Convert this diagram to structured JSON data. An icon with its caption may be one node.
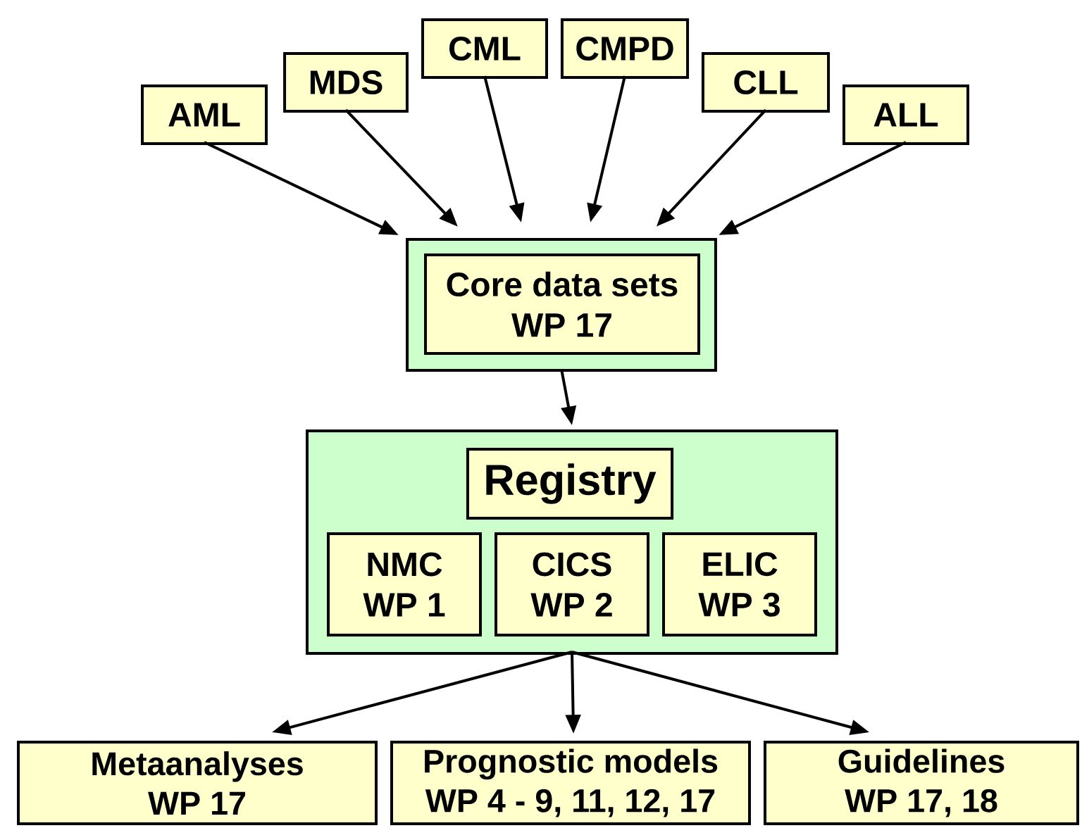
{
  "diagram": {
    "nodes": [
      {
        "text": [
          "AML"
        ]
      },
      {
        "text": [
          "MDS"
        ]
      },
      {
        "text": [
          "CML"
        ]
      },
      {
        "text": [
          "CMPD"
        ]
      },
      {
        "text": [
          "CLL"
        ]
      },
      {
        "text": [
          "ALL"
        ]
      },
      {
        "text": [],
        "shape": "box"
      },
      {
        "text": [
          "Core data sets",
          "WP 17"
        ],
        "in": 6
      },
      {
        "text": [],
        "shape": "box"
      },
      {
        "text": [
          "Registry"
        ],
        "in": 8
      },
      {
        "text": [
          "NMC",
          "WP 1"
        ],
        "in": 8
      },
      {
        "text": [
          "CICS",
          "WP 2"
        ],
        "in": 8
      },
      {
        "text": [
          "ELIC",
          "WP 3"
        ],
        "in": 8
      },
      {
        "text": [
          "Metaanalyses",
          "WP 17"
        ]
      },
      {
        "text": [
          "Prognostic models",
          "WP 4 - 9, 11, 12, 17"
        ]
      },
      {
        "text": [
          "Guidelines",
          "WP 17, 18"
        ]
      }
    ],
    "edges": [
      {
        "from": 0,
        "to": 6,
        "arrow": "to"
      },
      {
        "from": 1,
        "to": 6,
        "arrow": "to"
      },
      {
        "from": 2,
        "to": 6,
        "arrow": "to"
      },
      {
        "from": 3,
        "to": 6,
        "arrow": "to"
      },
      {
        "from": 4,
        "to": 6,
        "arrow": "to"
      },
      {
        "from": 5,
        "to": 6,
        "arrow": "to"
      },
      {
        "from": 6,
        "to": 8,
        "arrow": "to"
      },
      {
        "from": 8,
        "to": 13,
        "arrow": "to"
      },
      {
        "from": 8,
        "to": 14,
        "arrow": "to"
      },
      {
        "from": 8,
        "to": 15,
        "arrow": "to"
      }
    ]
  }
}
